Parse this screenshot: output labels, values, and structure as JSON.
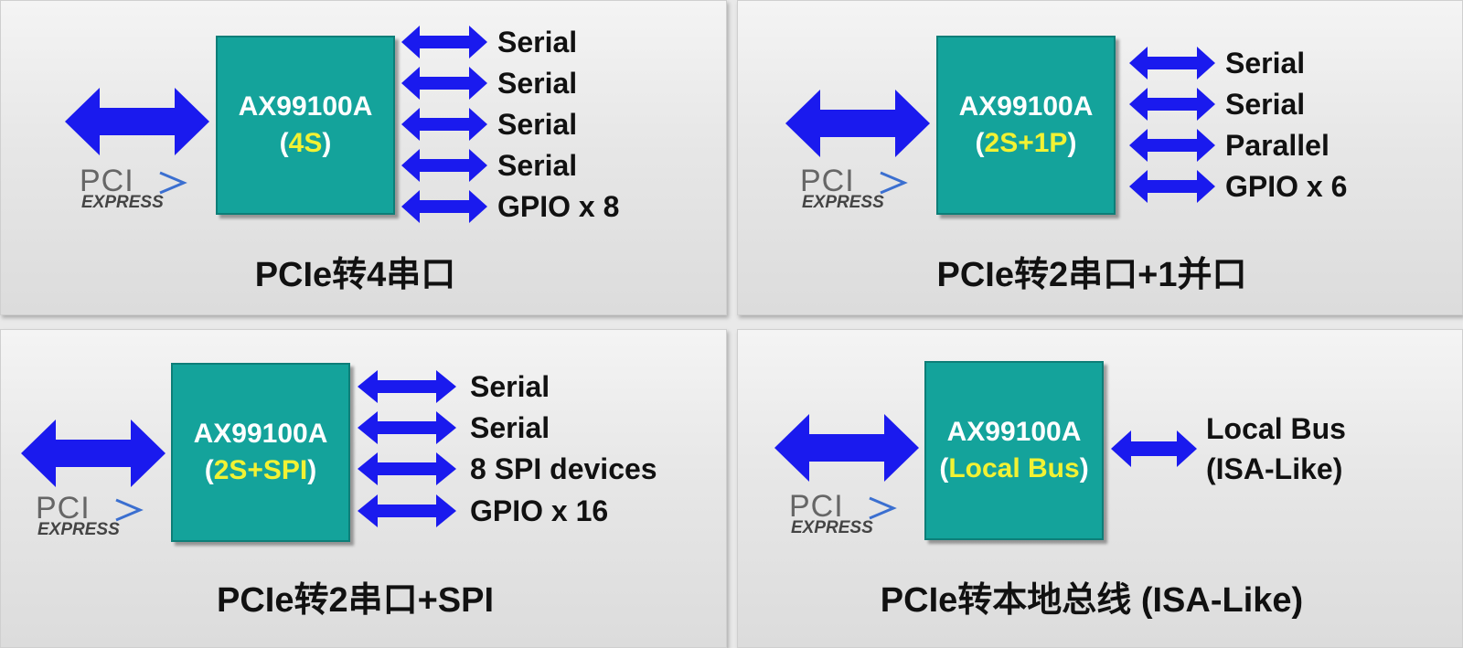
{
  "panels": [
    {
      "chip_name": "AX99100A",
      "variant": "4S",
      "ports": [
        "Serial",
        "Serial",
        "Serial",
        "Serial",
        "GPIO x 8"
      ],
      "caption": "PCIe转4串口",
      "logo": {
        "pci": "PCI",
        "express": "EXPRESS"
      }
    },
    {
      "chip_name": "AX99100A",
      "variant": "2S+1P",
      "ports": [
        "Serial",
        "Serial",
        "Parallel",
        "GPIO x 6"
      ],
      "caption": "PCIe转2串口+1并口",
      "logo": {
        "pci": "PCI",
        "express": "EXPRESS"
      }
    },
    {
      "chip_name": "AX99100A",
      "variant": "2S+SPI",
      "ports": [
        "Serial",
        "Serial",
        "8 SPI devices",
        "GPIO x 16"
      ],
      "caption": "PCIe转2串口+SPI",
      "logo": {
        "pci": "PCI",
        "express": "EXPRESS"
      }
    },
    {
      "chip_name": "AX99100A",
      "variant": "Local Bus",
      "ports": [
        "Local Bus",
        "(ISA-Like)"
      ],
      "caption": "PCIe转本地总线 (ISA-Like)",
      "logo": {
        "pci": "PCI",
        "express": "EXPRESS"
      }
    }
  ],
  "colors": {
    "chip": "#14a39b",
    "variant_text": "#f2f233",
    "arrow": "#1a1aee"
  }
}
